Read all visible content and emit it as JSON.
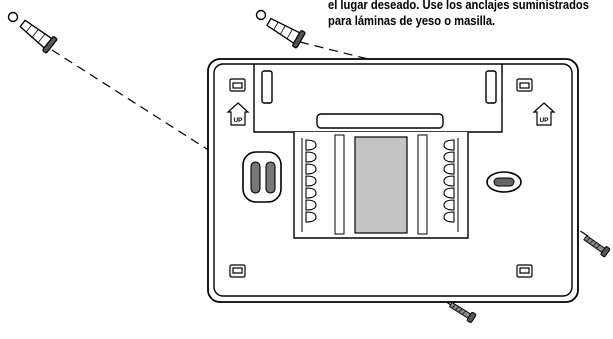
{
  "caption": {
    "line1": "el lugar deseado. Use los anclajes suministrados",
    "line2": "para láminas de yeso o masilla."
  },
  "labels": {
    "up_left": "UP",
    "up_right": "UP"
  }
}
